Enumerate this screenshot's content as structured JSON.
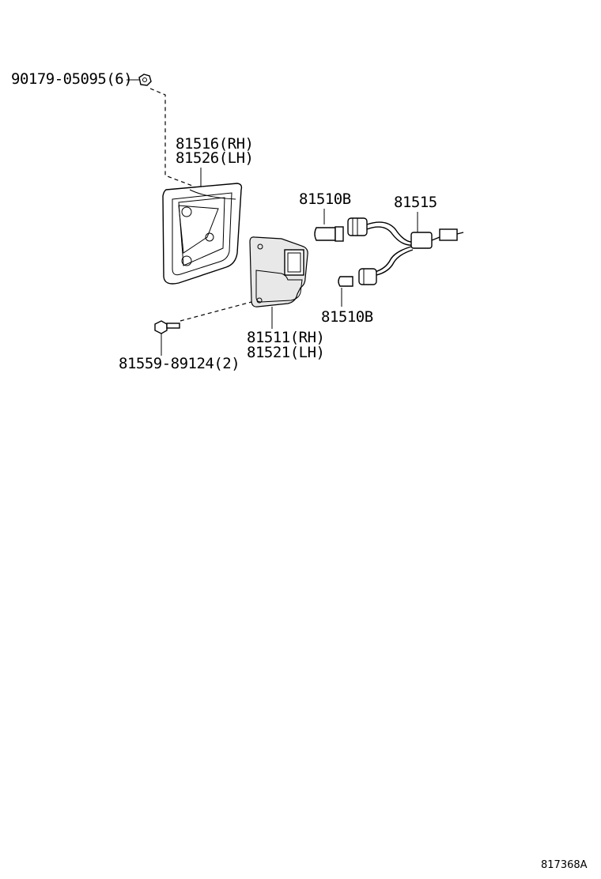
{
  "parts": {
    "nut": "90179-05095(6)",
    "housing_rh": "81516(RH)",
    "housing_lh": "81526(LH)",
    "bulb_top": "81510B",
    "socket_wire": "81515",
    "bulb_bottom": "81510B",
    "lens_rh": "81511(RH)",
    "lens_lh": "81521(LH)",
    "screw": "81559-89124(2)"
  },
  "figure_code": "817368A"
}
